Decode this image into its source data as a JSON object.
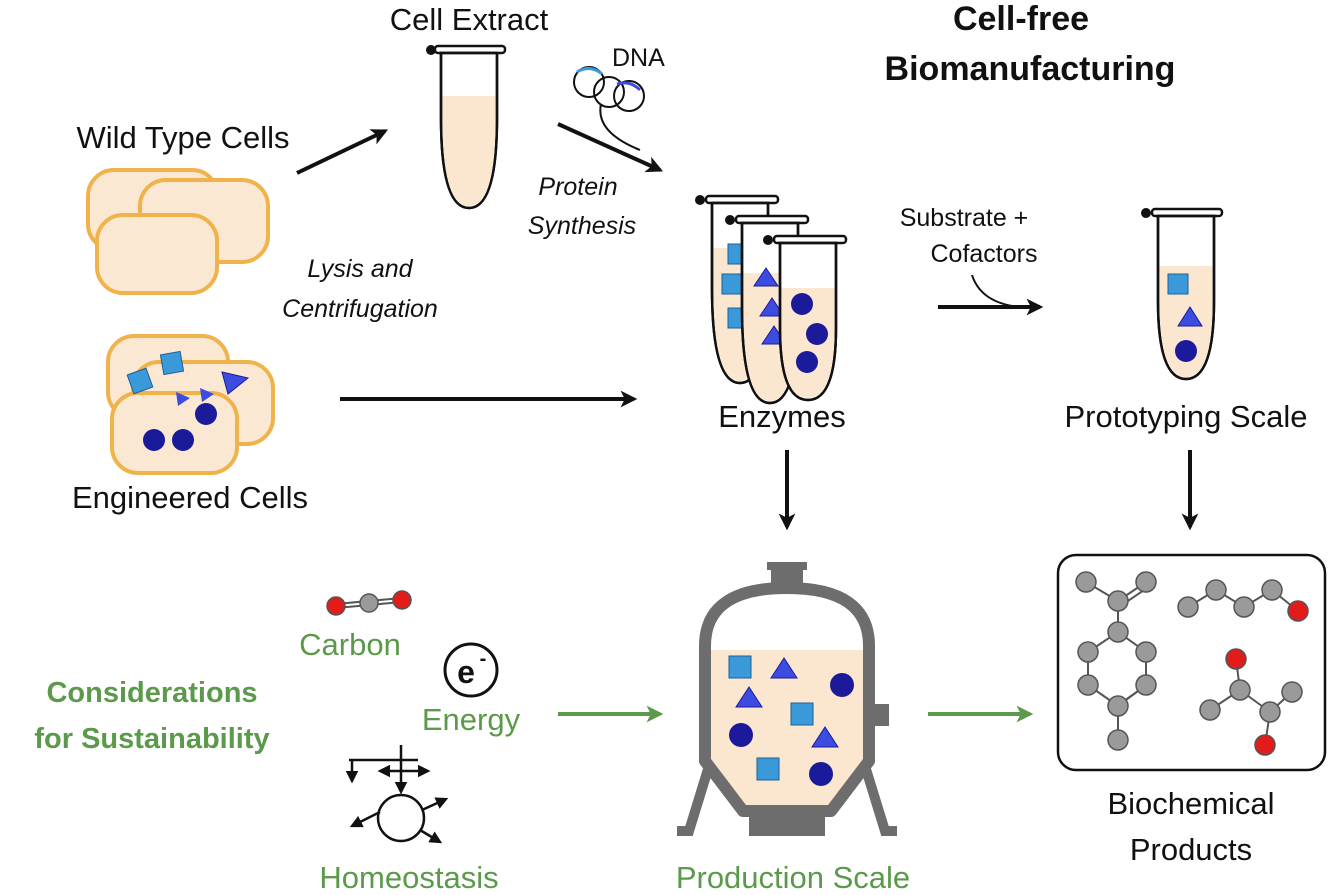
{
  "title": {
    "line1": "Cell-free",
    "line2": "Biomanufacturing"
  },
  "labels": {
    "cell_extract": "Cell Extract",
    "dna": "DNA",
    "wild_type_cells": "Wild Type Cells",
    "lysis_line1": "Lysis and",
    "lysis_line2": "Centrifugation",
    "protein_line1": "Protein",
    "protein_line2": "Synthesis",
    "substrate_line1": "Substrate +",
    "substrate_line2": "Cofactors",
    "enzymes": "Enzymes",
    "prototyping_scale": "Prototyping Scale",
    "engineered_cells": "Engineered Cells",
    "biochemical_line1": "Biochemical",
    "biochemical_line2": "Products",
    "production_scale": "Production Scale"
  },
  "sustainability": {
    "heading_line1": "Considerations",
    "heading_line2": "for Sustainability",
    "carbon": "Carbon",
    "energy": "Energy",
    "homeostasis": "Homeostasis",
    "electron_symbol": "e",
    "electron_charge": "-"
  },
  "colors": {
    "cell_outline": "#f0b24a",
    "cell_fill": "#fbe8d3",
    "liquid": "#fbe6d0",
    "square_fill": "#3a9ad9",
    "triangle_fill": "#3d4ce0",
    "circle_fill": "#1a1a9a",
    "vessel_gray": "#6d6d6d",
    "atom_gray": "#9a9a9a",
    "oxygen_red": "#e21b1b",
    "green": "#5b9a4a"
  }
}
